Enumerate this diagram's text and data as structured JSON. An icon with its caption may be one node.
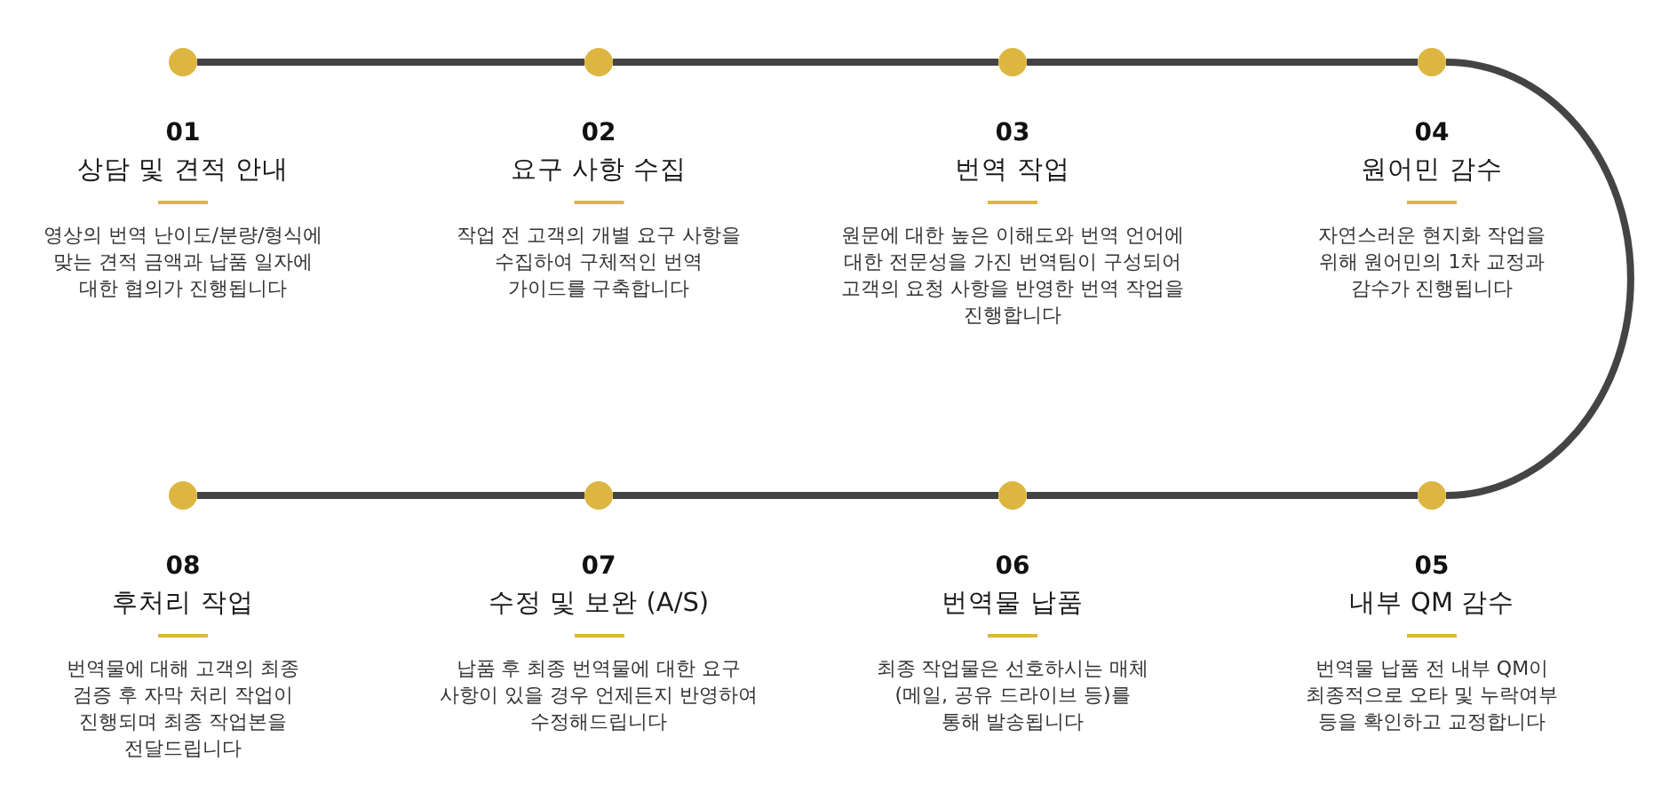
{
  "diagram": {
    "nodes": [
      {
        "text": [],
        "shape": "circle",
        "beside": [
          "01",
          "상담 및 견적 안내",
          "영상의 번역 난이도/분량/형식에 맞는 견적 금액과 납품 일자에 대한 협의가 진행됩니다"
        ]
      },
      {
        "text": [],
        "shape": "circle",
        "beside": [
          "02",
          "요구 사항 수집",
          "작업 전 고객의 개별 요구 사항을 수집하여 구체적인 번역 가이드를 구축합니다"
        ]
      },
      {
        "text": [],
        "shape": "circle",
        "beside": [
          "03",
          "번역 작업",
          "원문에 대한 높은 이해도와 번역 언어에 대한 전문성을 가진 번역팀이 구성되어 고객의 요청 사항을 반영한 번역 작업을 진행합니다"
        ]
      },
      {
        "text": [],
        "shape": "circle",
        "beside": [
          "04",
          "원어민 감수",
          "자연스러운 현지화 작업을 위해 원어민의 1차 교정과 감수가 진행됩니다"
        ]
      },
      {
        "text": [],
        "shape": "circle",
        "beside": [
          "05",
          "내부 QM 감수",
          "번역물 납품 전 내부 QM이 최종적으로 오타 및 누락여부 등을 확인하고 교정합니다"
        ]
      },
      {
        "text": [],
        "shape": "circle",
        "beside": [
          "06",
          "번역물 납품",
          "최종 작업물은 선호하시는 매체 (메일, 공유 드라이브 등)를 통해 발송됩니다"
        ]
      },
      {
        "text": [],
        "shape": "circle",
        "beside": [
          "07",
          "수정 및 보완 (A/S)",
          "납품 후 최종 번역물에 대한 요구 사항이 있을 경우 언제든지 반영하여 수정해드립니다"
        ]
      },
      {
        "text": [],
        "shape": "circle",
        "beside": [
          "08",
          "후처리 작업",
          "번역물에 대해 고객의 최종 검증 후 자막 처리 작업이 진행되며 최종 작업본을 전달드립니다"
        ]
      }
    ],
    "edges": [
      {
        "from": 0,
        "to": 1,
        "arrow": "none"
      },
      {
        "from": 1,
        "to": 2,
        "arrow": "none"
      },
      {
        "from": 2,
        "to": 3,
        "arrow": "none"
      },
      {
        "from": 3,
        "to": 4,
        "arrow": "none"
      },
      {
        "from": 4,
        "to": 5,
        "arrow": "none"
      },
      {
        "from": 5,
        "to": 6,
        "arrow": "none"
      },
      {
        "from": 6,
        "to": 7,
        "arrow": "none"
      }
    ]
  }
}
